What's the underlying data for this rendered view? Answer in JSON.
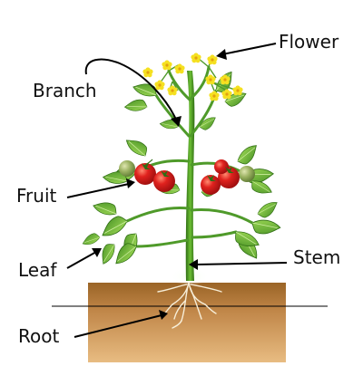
{
  "labels": {
    "flower": "Flower",
    "branch": "Branch",
    "fruit": "Fruit",
    "leaf": "Leaf",
    "stem": "Stem",
    "root": "Root"
  },
  "colors": {
    "soil_top": "#b07838",
    "soil_bottom": "#e2b276",
    "stem": "#4f9a2a",
    "leaf_dark": "#3f8a20",
    "leaf_light": "#8fd040",
    "tomato_red": "#e0221e",
    "tomato_green": "#8aa45a",
    "flower_yellow": "#f5e020",
    "root": "#f4ead2",
    "arrow": "#000000",
    "ground_line": "#000000"
  },
  "icons": [
    "tomato-plant-illustration",
    "soil-icon",
    "root-icon",
    "flower-icon",
    "tomato-fruit-icon",
    "leaf-icon"
  ]
}
